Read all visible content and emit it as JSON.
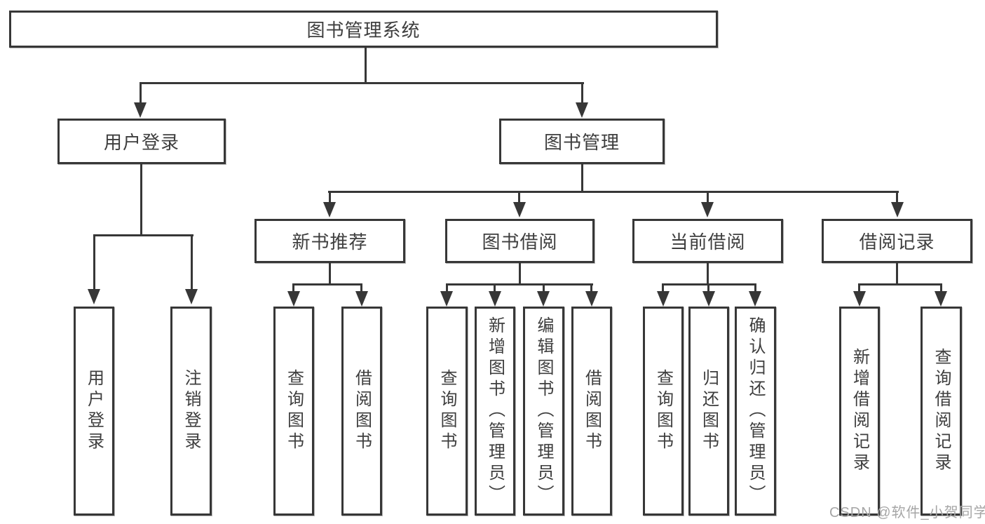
{
  "diagram": {
    "title": "图书管理系统",
    "level2": [
      "用户登录",
      "图书管理"
    ],
    "level3": [
      "新书推荐",
      "图书借阅",
      "当前借阅",
      "借阅记录"
    ],
    "leaves": {
      "user_login": [
        "用户登录",
        "注销登录"
      ],
      "new_book_rec": [
        "查询图书",
        "借阅图书"
      ],
      "book_borrow": [
        "查询图书",
        "新增图书（管理员）",
        "编辑图书（管理员）",
        "借阅图书"
      ],
      "current_borrow": [
        "查询图书",
        "归还图书",
        "确认归还（管理员）"
      ],
      "borrow_records": [
        "新增借阅记录",
        "查询借阅记录"
      ]
    }
  },
  "watermark": "CSDN @软件_小贺同学",
  "colors": {
    "line": "#373737",
    "text": "#3e3e3e",
    "background": "#ffffff",
    "watermark": "#a6a6a6"
  }
}
